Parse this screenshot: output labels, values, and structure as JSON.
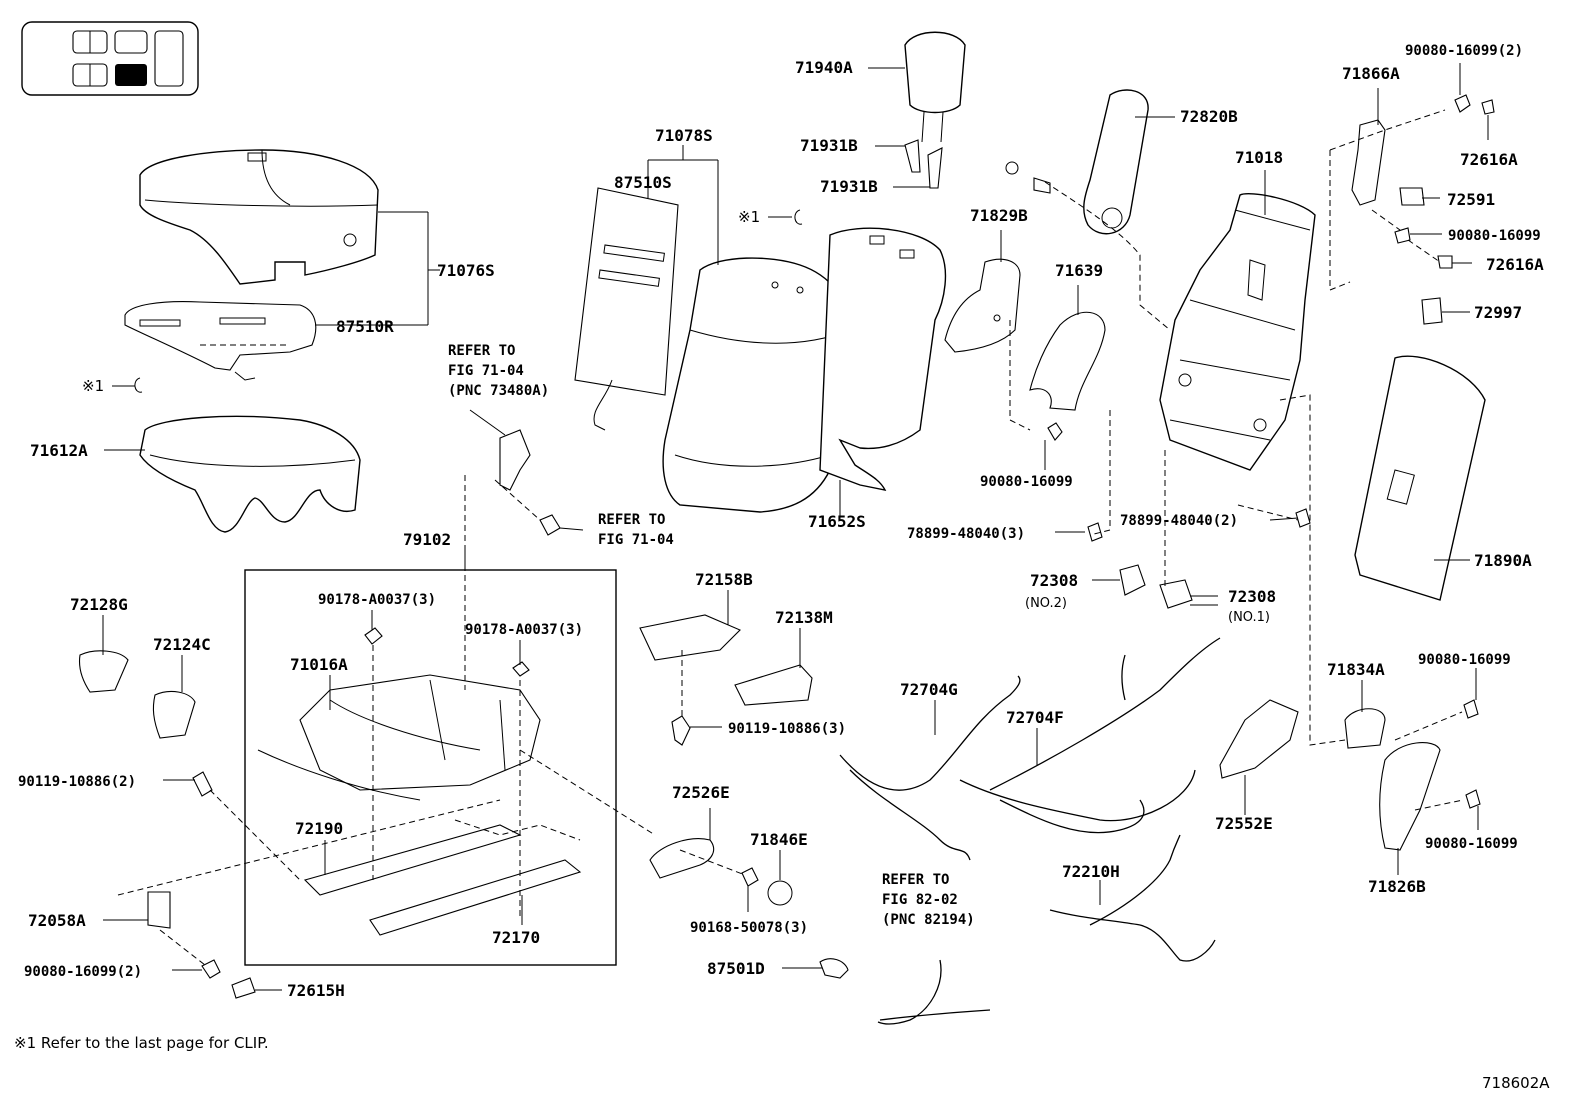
{
  "locator": {
    "label": "seat position locator"
  },
  "labels": {
    "p71940A": "71940A",
    "p71931B_1": "71931B",
    "p71931B_2": "71931B",
    "p71078S": "71078S",
    "p87510S": "87510S",
    "p72820B": "72820B",
    "p71018": "71018",
    "p71866A": "71866A",
    "p90080_16099_2_top": "90080-16099(2)",
    "p72616A_1": "72616A",
    "p72591": "72591",
    "p90080_16099_r1": "90080-16099",
    "p72616A_2": "72616A",
    "p72997": "72997",
    "p71829B": "71829B",
    "p71639": "71639",
    "p90080_16099_mid": "90080-16099",
    "p71076S": "71076S",
    "p87510R": "87510R",
    "p71612A": "71612A",
    "p71652S": "71652S",
    "p78899_48040_3": "78899-48040(3)",
    "p78899_48040_2": "78899-48040(2)",
    "p71890A": "71890A",
    "p72308_2": "72308",
    "p72308_2_sub": "(NO.2)",
    "p72308_1": "72308",
    "p72308_1_sub": "(NO.1)",
    "p79102": "79102",
    "p72128G": "72128G",
    "p72124C": "72124C",
    "p90178_1": "90178-A0037(3)",
    "p90178_2": "90178-A0037(3)",
    "p71016A": "71016A",
    "p72158B": "72158B",
    "p72138M": "72138M",
    "p90119_10886_3": "90119-10886(3)",
    "p90119_10886_2": "90119-10886(2)",
    "p72190": "72190",
    "p72170": "72170",
    "p72058A": "72058A",
    "p90080_16099_2_bot": "90080-16099(2)",
    "p72615H": "72615H",
    "p72526E": "72526E",
    "p71846E": "71846E",
    "p90168_50078": "90168-50078(3)",
    "p87501D": "87501D",
    "p72704G": "72704G",
    "p72704F": "72704F",
    "p72210H": "72210H",
    "p71834A": "71834A",
    "p90080_16099_r2": "90080-16099",
    "p72552E": "72552E",
    "p90080_16099_r3": "90080-16099",
    "p71826B": "71826B",
    "clip_1": "※1",
    "clip_2": "※1"
  },
  "refer": {
    "r1_line1": "REFER TO",
    "r1_line2": "FIG 71-04",
    "r1_line3": "(PNC 73480A)",
    "r2_line1": "REFER TO",
    "r2_line2": "FIG 71-04",
    "r3_line1": "REFER TO",
    "r3_line2": "FIG 82-02",
    "r3_line3": "(PNC 82194)"
  },
  "footer": {
    "note": "※1  Refer to the last page for CLIP.",
    "figure_id": "718602A"
  }
}
